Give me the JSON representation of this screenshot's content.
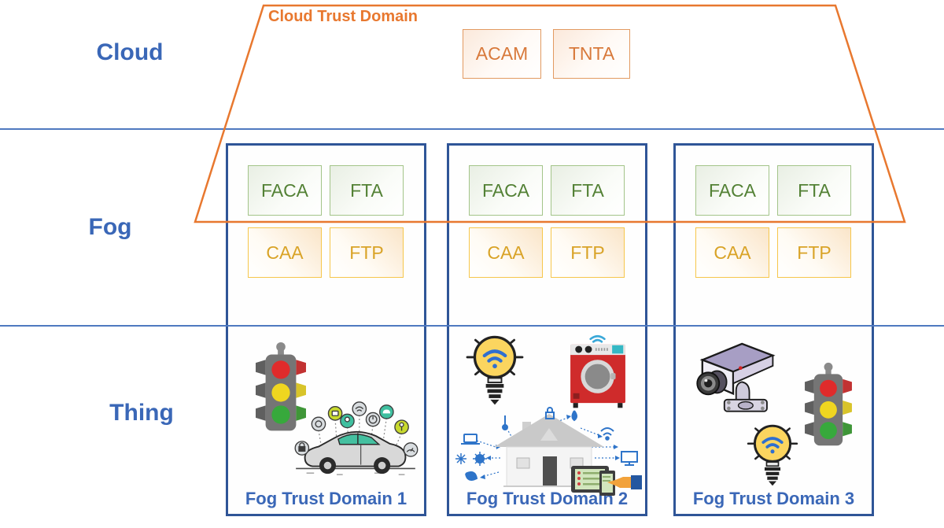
{
  "diagram": {
    "title_implicit": "Cloud–Fog–Thing trust domain architecture",
    "layers": [
      "Cloud",
      "Fog",
      "Thing"
    ],
    "cloud_trust_domain": {
      "label": "Cloud Trust Domain",
      "components": [
        "ACAM",
        "TNTA"
      ]
    },
    "fog_domains": [
      {
        "label": "Fog Trust Domain 1",
        "fog_components": [
          "FACA",
          "FTA",
          "CAA",
          "FTP"
        ],
        "things": [
          "traffic-light",
          "connected-car"
        ]
      },
      {
        "label": "Fog Trust Domain 2",
        "fog_components": [
          "FACA",
          "FTA",
          "CAA",
          "FTP"
        ],
        "things": [
          "smart-bulb",
          "smart-washing-machine",
          "smart-home"
        ]
      },
      {
        "label": "Fog Trust Domain 3",
        "fog_components": [
          "FACA",
          "FTA",
          "CAA",
          "FTP"
        ],
        "things": [
          "cctv-camera",
          "traffic-light",
          "smart-bulb"
        ]
      }
    ],
    "colors": {
      "layer_label_blue": "#3a67b7",
      "domain_border_navy": "#2f5597",
      "layer_line_blue": "#4f79c0",
      "trust_orange": "#e8782f",
      "component_green_text": "#538135",
      "component_green_border": "#a3c489",
      "component_gold_text": "#d9a327",
      "component_gold_border": "#f6c64b"
    }
  }
}
